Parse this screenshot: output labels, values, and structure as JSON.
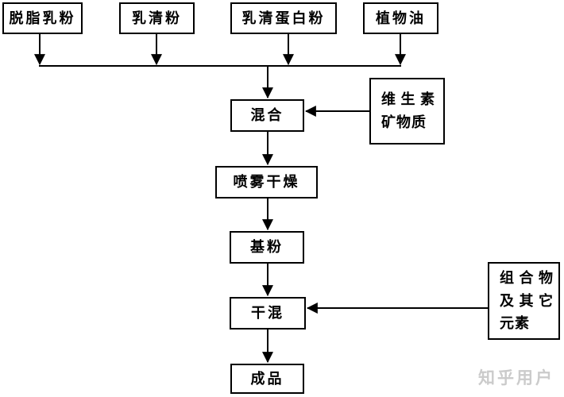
{
  "diagram": {
    "type": "flowchart",
    "nodes": {
      "skim_milk_powder": {
        "label": "脱脂乳粉"
      },
      "whey_powder": {
        "label": "乳清粉"
      },
      "whey_protein_powder": {
        "label": "乳清蛋白粉"
      },
      "vegetable_oil": {
        "label": "植物油"
      },
      "mixing": {
        "label": "混合"
      },
      "vitamins_minerals": {
        "label": "维 生 素\n矿物质"
      },
      "spray_drying": {
        "label": "喷雾干燥"
      },
      "base_powder": {
        "label": "基粉"
      },
      "dry_mixing": {
        "label": "干混"
      },
      "composition_other_elements": {
        "label": "组 合 物\n及 其 它\n元素"
      },
      "finished_product": {
        "label": "成品"
      }
    },
    "edges": [
      {
        "from": "skim_milk_powder",
        "to": "mixing"
      },
      {
        "from": "whey_powder",
        "to": "mixing"
      },
      {
        "from": "whey_protein_powder",
        "to": "mixing"
      },
      {
        "from": "vegetable_oil",
        "to": "mixing"
      },
      {
        "from": "vitamins_minerals",
        "to": "mixing"
      },
      {
        "from": "mixing",
        "to": "spray_drying"
      },
      {
        "from": "spray_drying",
        "to": "base_powder"
      },
      {
        "from": "base_powder",
        "to": "dry_mixing"
      },
      {
        "from": "composition_other_elements",
        "to": "dry_mixing"
      },
      {
        "from": "dry_mixing",
        "to": "finished_product"
      }
    ],
    "colors": {
      "background": "#ffffff",
      "box_fill": "#ffffff",
      "box_border": "#000000",
      "line": "#000000",
      "text": "#000000",
      "watermark": "#cbcbcb"
    }
  },
  "watermark": {
    "text": "知乎用户"
  }
}
